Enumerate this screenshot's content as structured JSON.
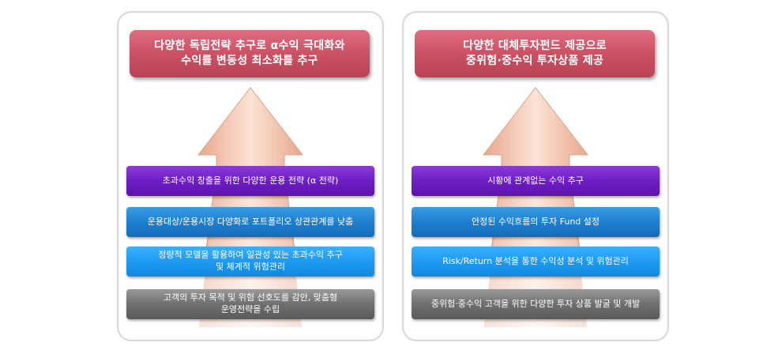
{
  "panels": [
    {
      "title_line1": "다양한 독립전략 추구로 α수익 극대화와",
      "title_line2": "수익률 변동성 최소화를 추구",
      "bars": [
        "초과수익 창출을 위한 다양한 운용 전략 (α 전략)",
        "운용대상/운용시장 다양화로 포트폴리오 상관관계를 낮춤",
        "정량적 모델을 활용하여 일관성 있는 초과수익 추구\n및 체계적 위험관리",
        "고객의 투자 목적 및 위험 선호도를 감안, 맞춤형\n운영전략을 수립"
      ]
    },
    {
      "title_line1": "다양한 대체투자펀드 제공으로",
      "title_line2": "중위험·중수익 투자상품 제공",
      "bars": [
        "시황에 관계없는 수익 추구",
        "안정된 수익흐름의 투자 Fund 설정",
        "Risk/Return 분석을 통한 수익성 분석 및 위험관리",
        "중위험·중수익 고객을 위한 다양한 투자 상품 발굴 및 개발"
      ]
    }
  ],
  "colors": {
    "title_box": "#c94f62",
    "purple": "#6e1dc4",
    "blue": "#1f7fd0",
    "light_blue": "#1d9af2",
    "gray": "#6f6f6f",
    "arrow": "#f3b99e"
  }
}
